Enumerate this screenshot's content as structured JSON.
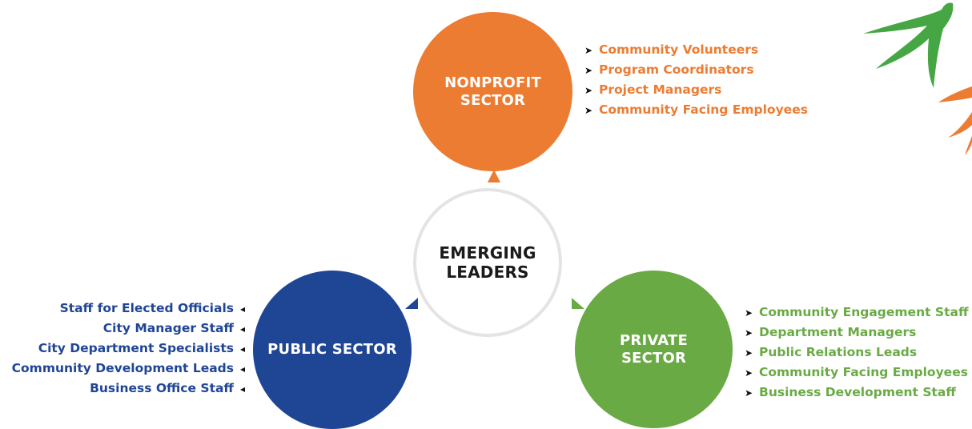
{
  "colors": {
    "nonprofit": "#ec7c32",
    "public": "#1f4595",
    "private": "#6aaa45",
    "center_border": "#e4e4e4"
  },
  "center": {
    "line1": "EMERGING",
    "line2": "LEADERS"
  },
  "nonprofit": {
    "title_line1": "NONPROFIT",
    "title_line2": "SECTOR",
    "items": [
      "Community Volunteers",
      "Program Coordinators",
      "Project Managers",
      "Community Facing Employees"
    ]
  },
  "public": {
    "title": "PUBLIC SECTOR",
    "items": [
      "Staff for Elected Officials",
      "City Manager Staff",
      "City Department Specialists",
      "Community Development Leads",
      "Business Office Staff"
    ]
  },
  "private": {
    "title_line1": "PRIVATE",
    "title_line2": "SECTOR",
    "items": [
      "Community Engagement Staff",
      "Department Managers",
      "Public Relations Leads",
      "Community Facing Employees",
      "Business Development Staff"
    ]
  },
  "bullets": {
    "right": "➤",
    "left": "◂"
  }
}
